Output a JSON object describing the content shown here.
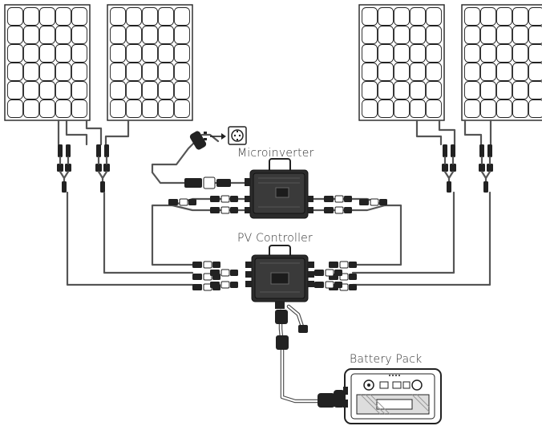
{
  "labels": {
    "microinverter": "Microinverter",
    "pv_controller": "PV Controller",
    "battery_pack": "Battery Pack"
  },
  "panels": {
    "count": 4,
    "rows": 6,
    "cols": 5
  },
  "colors": {
    "line": "#222222",
    "wire": "#555555",
    "device": "#2b2b2b"
  },
  "icons": [
    "solar-panel-icon",
    "wall-outlet-icon",
    "plug-icon",
    "mc4-connector-icon",
    "microinverter-icon",
    "pv-controller-icon",
    "battery-pack-icon"
  ]
}
